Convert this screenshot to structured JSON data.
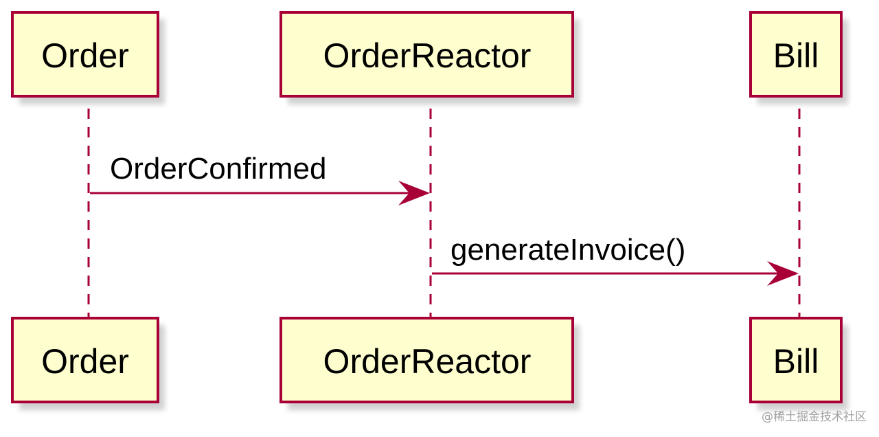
{
  "participants": [
    {
      "id": "order",
      "label": "Order"
    },
    {
      "id": "reactor",
      "label": "OrderReactor"
    },
    {
      "id": "bill",
      "label": "Bill"
    }
  ],
  "messages": [
    {
      "from": "order",
      "to": "reactor",
      "label": "OrderConfirmed"
    },
    {
      "from": "reactor",
      "to": "bill",
      "label": "generateInvoice()"
    }
  ],
  "colors": {
    "box_fill": "#fefece",
    "border": "#a80036",
    "text": "#000000"
  },
  "watermark": "@稀土掘金技术社区"
}
